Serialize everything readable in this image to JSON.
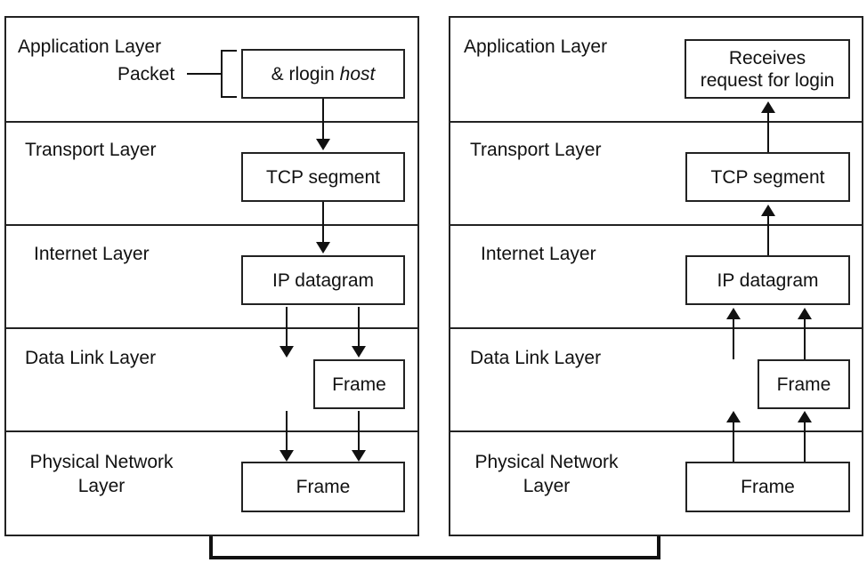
{
  "sending_host": {
    "layers": [
      "Application Layer",
      "Transport Layer",
      "Internet Layer",
      "Data Link Layer",
      "Physical Network Layer"
    ],
    "packet_label": "Packet",
    "packet_content": {
      "prefix": "& rlogin ",
      "emphasis": "host"
    },
    "tcp_segment": "TCP segment",
    "ip_datagram": "IP datagram",
    "frame_datalink": "Frame",
    "frame_physical": "Frame"
  },
  "receiving_host": {
    "layers": [
      "Application Layer",
      "Transport Layer",
      "Internet Layer",
      "Data Link Layer",
      "Physical Network Layer"
    ],
    "receives_line1": "Receives",
    "receives_line2": "request for login",
    "tcp_segment": "TCP segment",
    "ip_datagram": "IP datagram",
    "frame_datalink": "Frame",
    "frame_physical": "Frame"
  }
}
